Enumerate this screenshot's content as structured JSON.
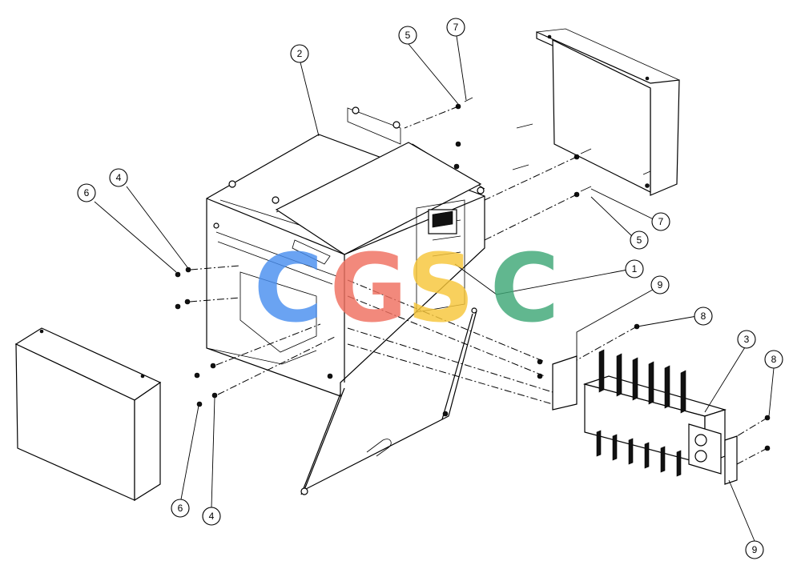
{
  "balloons": [
    {
      "id": "b1",
      "label": "1"
    },
    {
      "id": "b2",
      "label": "2"
    },
    {
      "id": "b3",
      "label": "3"
    },
    {
      "id": "b4a",
      "label": "4"
    },
    {
      "id": "b4b",
      "label": "4"
    },
    {
      "id": "b5a",
      "label": "5"
    },
    {
      "id": "b5b",
      "label": "5"
    },
    {
      "id": "b6a",
      "label": "6"
    },
    {
      "id": "b6b",
      "label": "6"
    },
    {
      "id": "b7a",
      "label": "7"
    },
    {
      "id": "b7b",
      "label": "7"
    },
    {
      "id": "b8a",
      "label": "8"
    },
    {
      "id": "b8b",
      "label": "8"
    },
    {
      "id": "b9a",
      "label": "9"
    },
    {
      "id": "b9b",
      "label": "9"
    }
  ],
  "watermark": {
    "letters": [
      "C",
      "G",
      "S",
      "C"
    ],
    "colors": [
      "#4a8ff0",
      "#f07060",
      "#f7c63a",
      "#3fa877"
    ]
  }
}
